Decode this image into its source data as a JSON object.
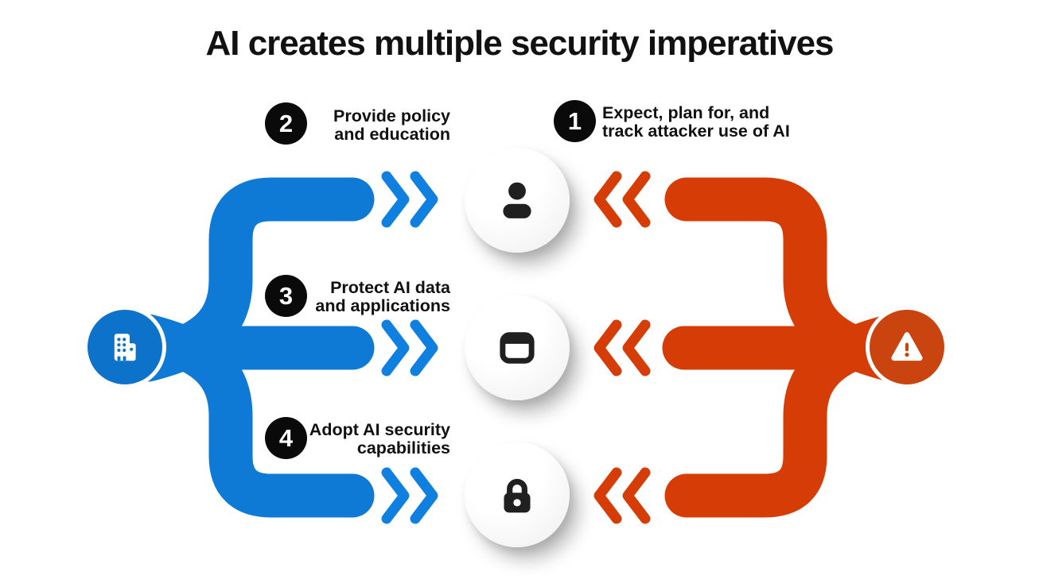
{
  "title": "AI creates multiple security imperatives",
  "colors": {
    "blue": "#0e7ad6",
    "blue_bright": "#0f80e0",
    "blue_hub": "#0d72c9",
    "orange": "#d63c05",
    "orange_hub": "#c9440e",
    "badge": "#0a0a0a",
    "text": "#111111"
  },
  "left_flow": {
    "hub_icon": "building-icon",
    "arrow_icon": "double-chevron-right-icon"
  },
  "right_flow": {
    "hub_icon": "warning-triangle-icon",
    "arrow_icon": "double-chevron-left-icon"
  },
  "imperatives": [
    {
      "number": "1",
      "line1": "Expect, plan for, and",
      "line2": "track attacker use of AI"
    },
    {
      "number": "2",
      "line1": "Provide policy",
      "line2": "and education"
    },
    {
      "number": "3",
      "line1": "Protect AI data",
      "line2": "and applications"
    },
    {
      "number": "4",
      "line1": "Adopt AI security",
      "line2": "capabilities"
    }
  ],
  "center_nodes": [
    {
      "icon": "person-icon"
    },
    {
      "icon": "app-window-icon"
    },
    {
      "icon": "lock-icon"
    }
  ]
}
